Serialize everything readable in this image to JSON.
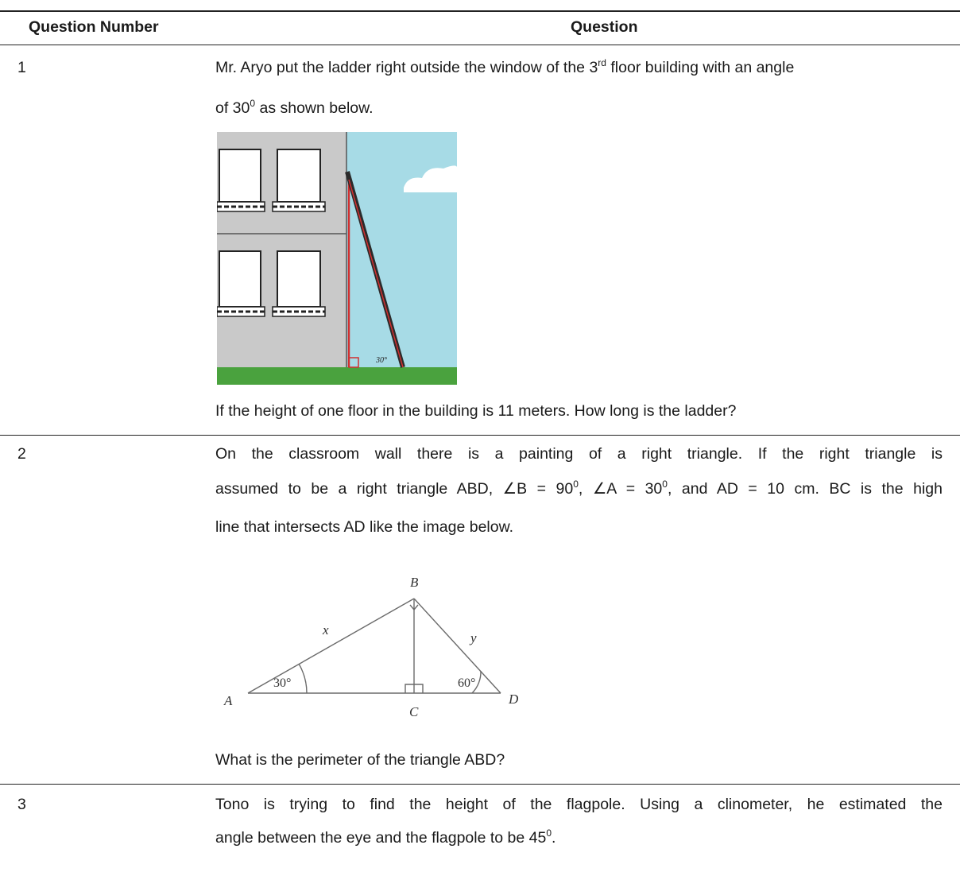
{
  "table": {
    "header": {
      "col1": "Question Number",
      "col2": "Question"
    },
    "q1": {
      "number": "1",
      "line1_a": "Mr. Aryo put the ladder right outside the window of the 3",
      "line1_sup": "rd",
      "line1_b": " floor building with an angle",
      "line2_a": "of 30",
      "line2_sup": "0",
      "line2_b": " as shown below.",
      "figure_angle_label": "30°",
      "after": "If the height of one floor in the building is 11 meters. How long is the ladder?"
    },
    "q2": {
      "number": "2",
      "line1": "On the classroom wall there is a painting of a right triangle.  If the right triangle is",
      "line2_a": "assumed to be a right triangle ABD, ∠B = 90",
      "line2_s1": "0",
      "line2_b": ", ∠A = 30",
      "line2_s2": "0",
      "line2_c": ", and AD = 10 cm. BC is the high",
      "line3": "line that intersects AD like the image below.",
      "figure": {
        "label_A": "A",
        "label_B": "B",
        "label_C": "C",
        "label_D": "D",
        "label_x": "x",
        "label_y": "y",
        "angle_A": "30°",
        "angle_D": "60°"
      },
      "after": "What is the perimeter of the triangle ABD?"
    },
    "q3": {
      "number": "3",
      "line1": "Tono is trying to find the height of the flagpole. Using a clinometer, he estimated the",
      "line2_a": "angle between the eye and the flagpole to be 45",
      "line2_sup": "0",
      "line2_b": "."
    }
  },
  "colors": {
    "sky": "#a7dbe6",
    "wall": "#c8c8c8",
    "grass": "#4aa23e",
    "ladder": "#2b2b2b",
    "red_line": "#d23030"
  }
}
